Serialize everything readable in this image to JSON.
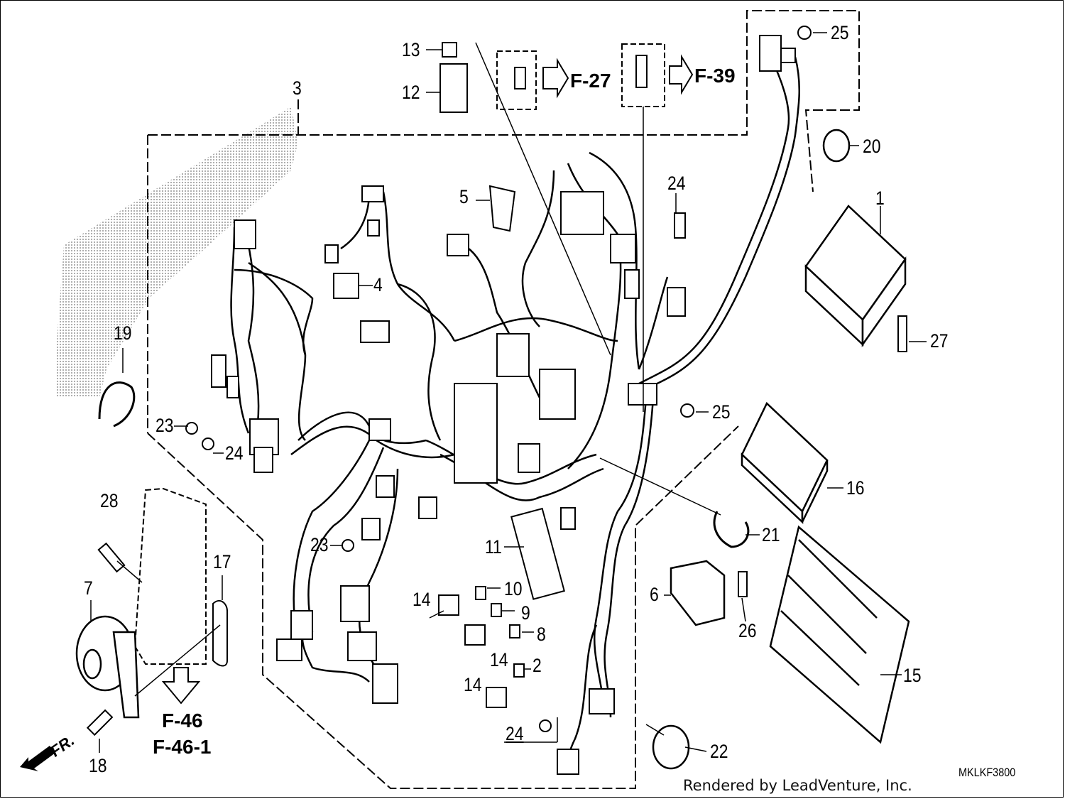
{
  "diagram": {
    "callouts": {
      "c1": "1",
      "c2": "2",
      "c3": "3",
      "c4": "4",
      "c5": "5",
      "c6": "6",
      "c7": "7",
      "c8": "8",
      "c9": "9",
      "c10": "10",
      "c11": "11",
      "c12": "12",
      "c13": "13",
      "c14a": "14",
      "c14b": "14",
      "c14c": "14",
      "c15": "15",
      "c16": "16",
      "c17": "17",
      "c18": "18",
      "c19": "19",
      "c20": "20",
      "c21": "21",
      "c22": "22",
      "c23a": "23",
      "c23b": "23",
      "c24a": "24",
      "c24b": "24",
      "c24c": "24",
      "c25a": "25",
      "c25b": "25",
      "c26": "26",
      "c27": "27",
      "c28": "28"
    },
    "references": {
      "f27": "F-27",
      "f39": "F-39",
      "f46": "F-46",
      "f461": "F-46-1"
    },
    "front_marker": "FR.",
    "diagram_code": "MKLKF3800",
    "credit": "Rendered by LeadVenture, Inc.",
    "colors": {
      "line": "#000000",
      "background": "#ffffff",
      "hatch": "#9a9a9a"
    }
  }
}
